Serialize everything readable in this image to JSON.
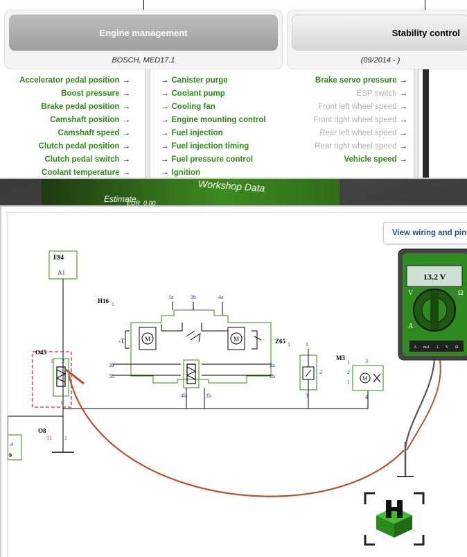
{
  "background": {
    "workshop_text": "Workshop Data",
    "estimate_label": "Estimate",
    "currency": "EUR",
    "amount": "0.00"
  },
  "sections": {
    "engine": {
      "title": "Engine management",
      "subtitle": "BOSCH, MED17.1"
    },
    "stability": {
      "title": "Stability control",
      "subtitle": "(09/2014 - )"
    }
  },
  "engine_inputs": [
    "Accelerator pedal position",
    "Boost pressure",
    "Brake pedal position",
    "Camshaft position",
    "Camshaft speed",
    "Clutch pedal position",
    "Clutch pedal switch",
    "Coolant temperature"
  ],
  "engine_outputs": [
    "Canister purge",
    "Coolant pump",
    "Cooling fan",
    "Engine mounting control",
    "Fuel injection",
    "Fuel injection timing",
    "Fuel pressure control",
    "Ignition"
  ],
  "stability_inputs": [
    {
      "label": "Brake servo pressure",
      "enabled": true
    },
    {
      "label": "ESP switch",
      "enabled": false
    },
    {
      "label": "Front left wheel speed",
      "enabled": false
    },
    {
      "label": "Front right wheel speed",
      "enabled": false
    },
    {
      "label": "Rear left wheel speed",
      "enabled": false
    },
    {
      "label": "Rear right wheel speed",
      "enabled": false
    },
    {
      "label": "Vehicle speed",
      "enabled": true
    }
  ],
  "arrow_glyph": "→",
  "wiring": {
    "view_button": "View wiring and pins",
    "components": {
      "e94": {
        "name": "E94",
        "pin": "A1"
      },
      "h16": {
        "name": "H16",
        "num": "1",
        "pins_top": [
          "1a",
          "3b",
          "4a"
        ],
        "pins_left": [
          "3a",
          "5b"
        ],
        "pins_right": [
          "2a",
          "2b"
        ],
        "pins_bottom": [
          "4b",
          "1b"
        ]
      },
      "z65": {
        "name": "Z65",
        "num": "1",
        "pins": [
          "1",
          "2",
          "3"
        ]
      },
      "m3": {
        "name": "M3",
        "num": "1",
        "pins": [
          "1",
          "2",
          "3",
          "4"
        ]
      },
      "o45": {
        "name": "O45",
        "pins": [
          "1",
          "2",
          "1"
        ]
      },
      "o8": {
        "name": "O8",
        "num": "51",
        "pin": "1"
      },
      "edge": {
        "top": ".4",
        "bottom": "9"
      }
    },
    "multimeter": {
      "reading": "13.2 V",
      "dial_labels": [
        "V",
        "Ω",
        "A"
      ],
      "jack_labels": [
        "A",
        "mA",
        "⊥",
        "V",
        "Ω"
      ]
    },
    "colors": {
      "green": "#2d8a17",
      "wire": "#b5532d",
      "red_dash": "#d9252b"
    }
  }
}
